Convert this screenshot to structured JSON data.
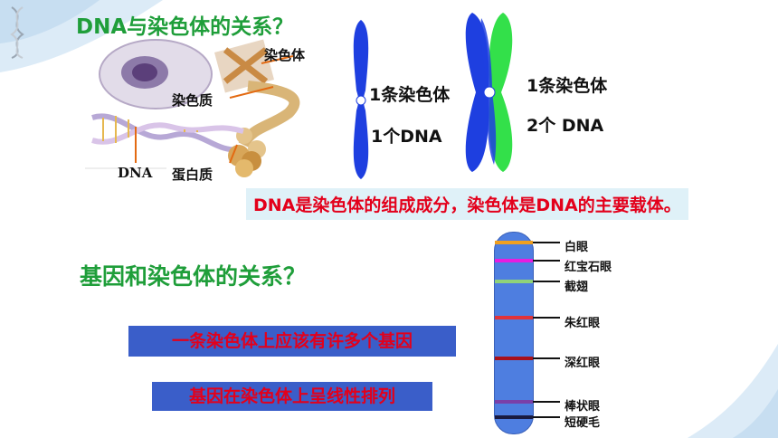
{
  "section1": {
    "title": "DNA与染色体的关系？",
    "illustration_labels": {
      "chromosome": "染色体",
      "chromatin": "染色质",
      "dna": "DNA",
      "protein": "蛋白质"
    },
    "single": {
      "line1": "1条染色体",
      "line2": "1个DNA"
    },
    "double": {
      "line1": "1条染色体",
      "line2": "2个 DNA"
    },
    "conclusion": "DNA是染色体的组成成分，染色体是DNA的主要载体。"
  },
  "section2": {
    "title": "基因和染色体的关系？",
    "box1": "一条染色体上应该有许多个基因",
    "box2": "基因在染色体上呈线性排列",
    "genes": [
      {
        "name": "白眼",
        "color": "#f0a020"
      },
      {
        "name": "红宝石眼",
        "color": "#e81ce0"
      },
      {
        "name": "截翅",
        "color": "#8fd27a"
      },
      {
        "name": "朱红眼",
        "color": "#e0333a"
      },
      {
        "name": "深红眼",
        "color": "#a8101a"
      },
      {
        "name": "棒状眼",
        "color": "#7a3fa8"
      },
      {
        "name": "短硬毛",
        "color": "#1a1a40"
      }
    ]
  },
  "colors": {
    "title_green": "#1f9e3a",
    "text_red": "#e3001b",
    "chromosome_blue": "#1e3fe0",
    "chromatid_green": "#33e04a"
  }
}
